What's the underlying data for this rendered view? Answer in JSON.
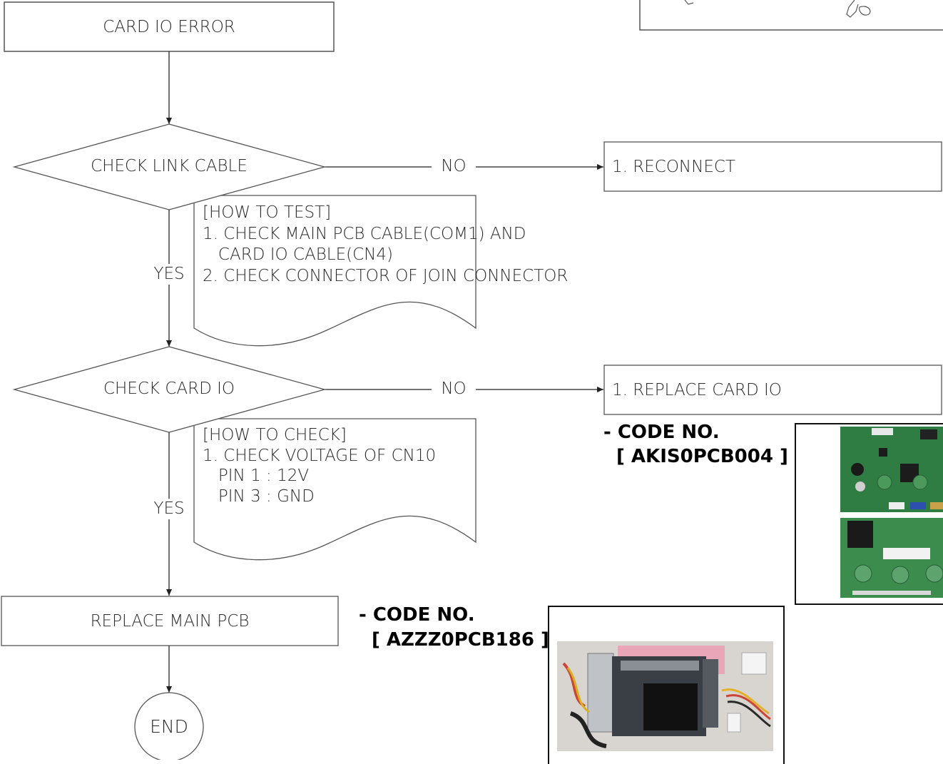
{
  "flowchart": {
    "start": "CARD IO ERROR",
    "decision_1": "CHECK LINK CABLE",
    "decision_1_no": "NO",
    "decision_1_yes": "YES",
    "action_1": "1. RECONNECT",
    "note_1": {
      "title": "[HOW TO TEST]",
      "lines": [
        "1. CHECK MAIN PCB CABLE(COM1) AND",
        "   CARD IO CABLE(CN4)",
        "2. CHECK CONNECTOR OF JOIN CONNECTOR"
      ]
    },
    "decision_2": "CHECK CARD IO",
    "decision_2_no": "NO",
    "decision_2_yes": "YES",
    "action_2": "1. REPLACE CARD IO",
    "note_2": {
      "title": "[HOW TO CHECK]",
      "lines": [
        "1. CHECK VOLTAGE OF CN10",
        "   PIN 1 : 12V",
        "   PIN 3 : GND"
      ]
    },
    "replace_step": "REPLACE MAIN PCB",
    "end": "END"
  },
  "parts": {
    "card_io": {
      "code_label": "- CODE NO.",
      "code": "[ AKIS0PCB004 ]"
    },
    "main_pcb": {
      "code_label": "- CODE NO.",
      "code": "[ AZZZ0PCB186 ]"
    }
  }
}
